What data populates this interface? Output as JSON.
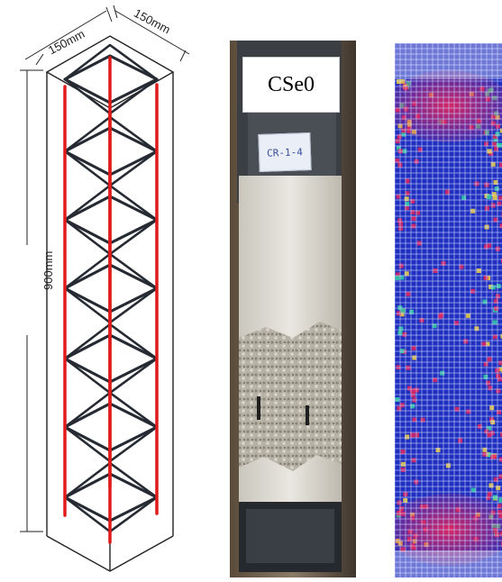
{
  "drawing": {
    "dim_width_1": "150mm",
    "dim_width_2": "150mm",
    "dim_height": "900mm",
    "colors": {
      "rebar": "#e01b1b",
      "stirrup": "#262b33",
      "outline": "#222222"
    }
  },
  "photo": {
    "specimen_label": "CSe0",
    "tag_text": "CR-1-4"
  },
  "fem": {
    "colors": {
      "mesh": "#1f2fbf",
      "stress_high": "#e0245e",
      "stress_mid": "#2fd1a0",
      "stress_low": "#f2d23a"
    }
  }
}
